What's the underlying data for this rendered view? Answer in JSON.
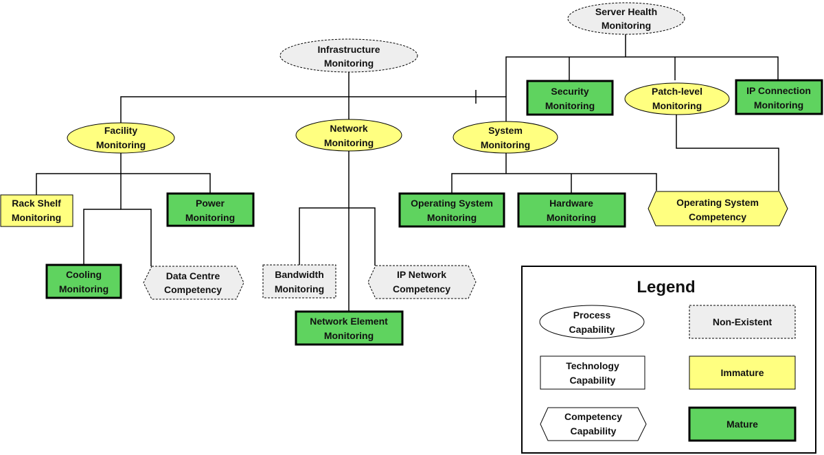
{
  "colors": {
    "mature": "#5fd35f",
    "immature": "#ffff80",
    "nonexistent": "#eeeeee",
    "line": "#000000"
  },
  "nodes": {
    "server_health": [
      "Server Health",
      "Monitoring"
    ],
    "infrastructure": [
      "Infrastructure",
      "Monitoring"
    ],
    "security": [
      "Security",
      "Monitoring"
    ],
    "patch_level": [
      "Patch-level",
      "Monitoring"
    ],
    "ip_connection": [
      "IP Connection",
      "Monitoring"
    ],
    "facility": [
      "Facility",
      "Monitoring"
    ],
    "network": [
      "Network",
      "Monitoring"
    ],
    "system": [
      "System",
      "Monitoring"
    ],
    "rack_shelf": [
      "Rack Shelf",
      "Monitoring"
    ],
    "power": [
      "Power",
      "Monitoring"
    ],
    "os_monitoring": [
      "Operating System",
      "Monitoring"
    ],
    "hardware": [
      "Hardware",
      "Monitoring"
    ],
    "os_competency": [
      "Operating System",
      "Competency"
    ],
    "cooling": [
      "Cooling",
      "Monitoring"
    ],
    "datacentre": [
      "Data Centre",
      "Competency"
    ],
    "bandwidth": [
      "Bandwidth",
      "Monitoring"
    ],
    "ipnetwork": [
      "IP Network",
      "Competency"
    ],
    "network_element": [
      "Network Element",
      "Monitoring"
    ]
  },
  "legend": {
    "title": "Legend",
    "process": [
      "Process",
      "Capability"
    ],
    "technology": [
      "Technology",
      "Capability"
    ],
    "competency": [
      "Competency",
      "Capability"
    ],
    "nonexistent": "Non-Existent",
    "immature": "Immature",
    "mature": "Mature"
  }
}
